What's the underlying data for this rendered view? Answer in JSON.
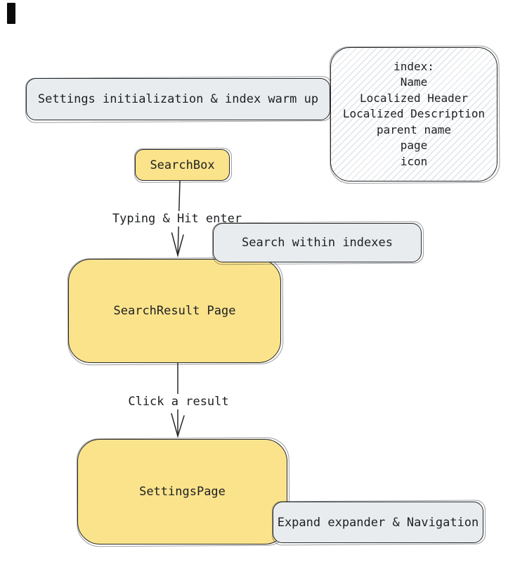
{
  "diagram": {
    "nodes": {
      "settings_init": {
        "label": "Settings initialization & index warm up"
      },
      "index_note": {
        "lines": [
          "index:",
          "Name",
          "Localized Header",
          "Localized Description",
          "parent name",
          "page",
          "icon"
        ]
      },
      "searchbox": {
        "label": "SearchBox"
      },
      "search_within": {
        "label": "Search within indexes"
      },
      "searchresult": {
        "label": "SearchResult Page"
      },
      "settingspage": {
        "label": "SettingsPage"
      },
      "expand_nav": {
        "label": "Expand expander & Navigation"
      }
    },
    "edges": {
      "typing": {
        "label": "Typing & Hit enter"
      },
      "click_result": {
        "label": "Click a result"
      }
    },
    "colors": {
      "node_fill_yellow": "#fbe38c",
      "note_fill_gray": "#e9ecef",
      "hatch_line": "#dfe3e7",
      "stroke": "#26282b",
      "text": "#1d1f21",
      "corner_mark": "#0a0a0a"
    }
  }
}
